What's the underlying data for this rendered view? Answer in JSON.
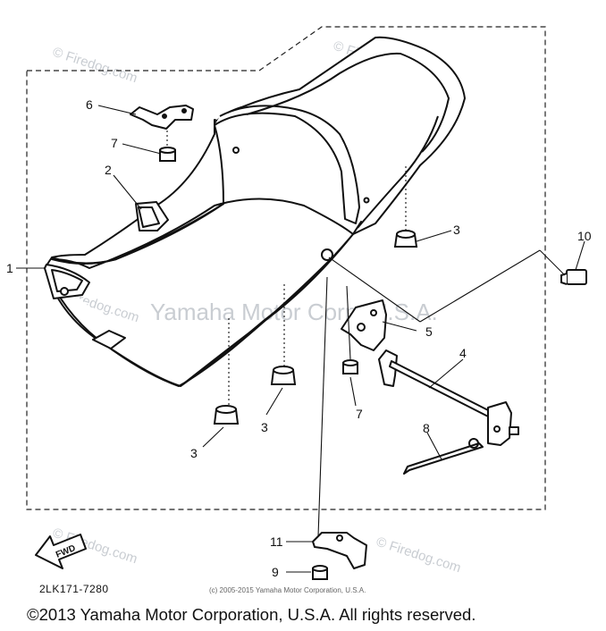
{
  "callouts": {
    "c1": "1",
    "c2": "2",
    "c3a": "3",
    "c3b": "3",
    "c3c": "3",
    "c4": "4",
    "c5": "5",
    "c6": "6",
    "c7a": "7",
    "c7b": "7",
    "c8": "8",
    "c9": "9",
    "c10": "10",
    "c11": "11"
  },
  "fwd_label": "FWD",
  "watermark": {
    "brand": "Firedog.com",
    "centre": "Yamaha Motor Corp. U.S.A."
  },
  "part_code": "2LK171-7280",
  "small_copyright": "(c) 2005-2015 Yamaha Motor Corporation, U.S.A.",
  "footer_copyright": "©2013 Yamaha Motor Corporation, U.S.A. All rights reserved."
}
